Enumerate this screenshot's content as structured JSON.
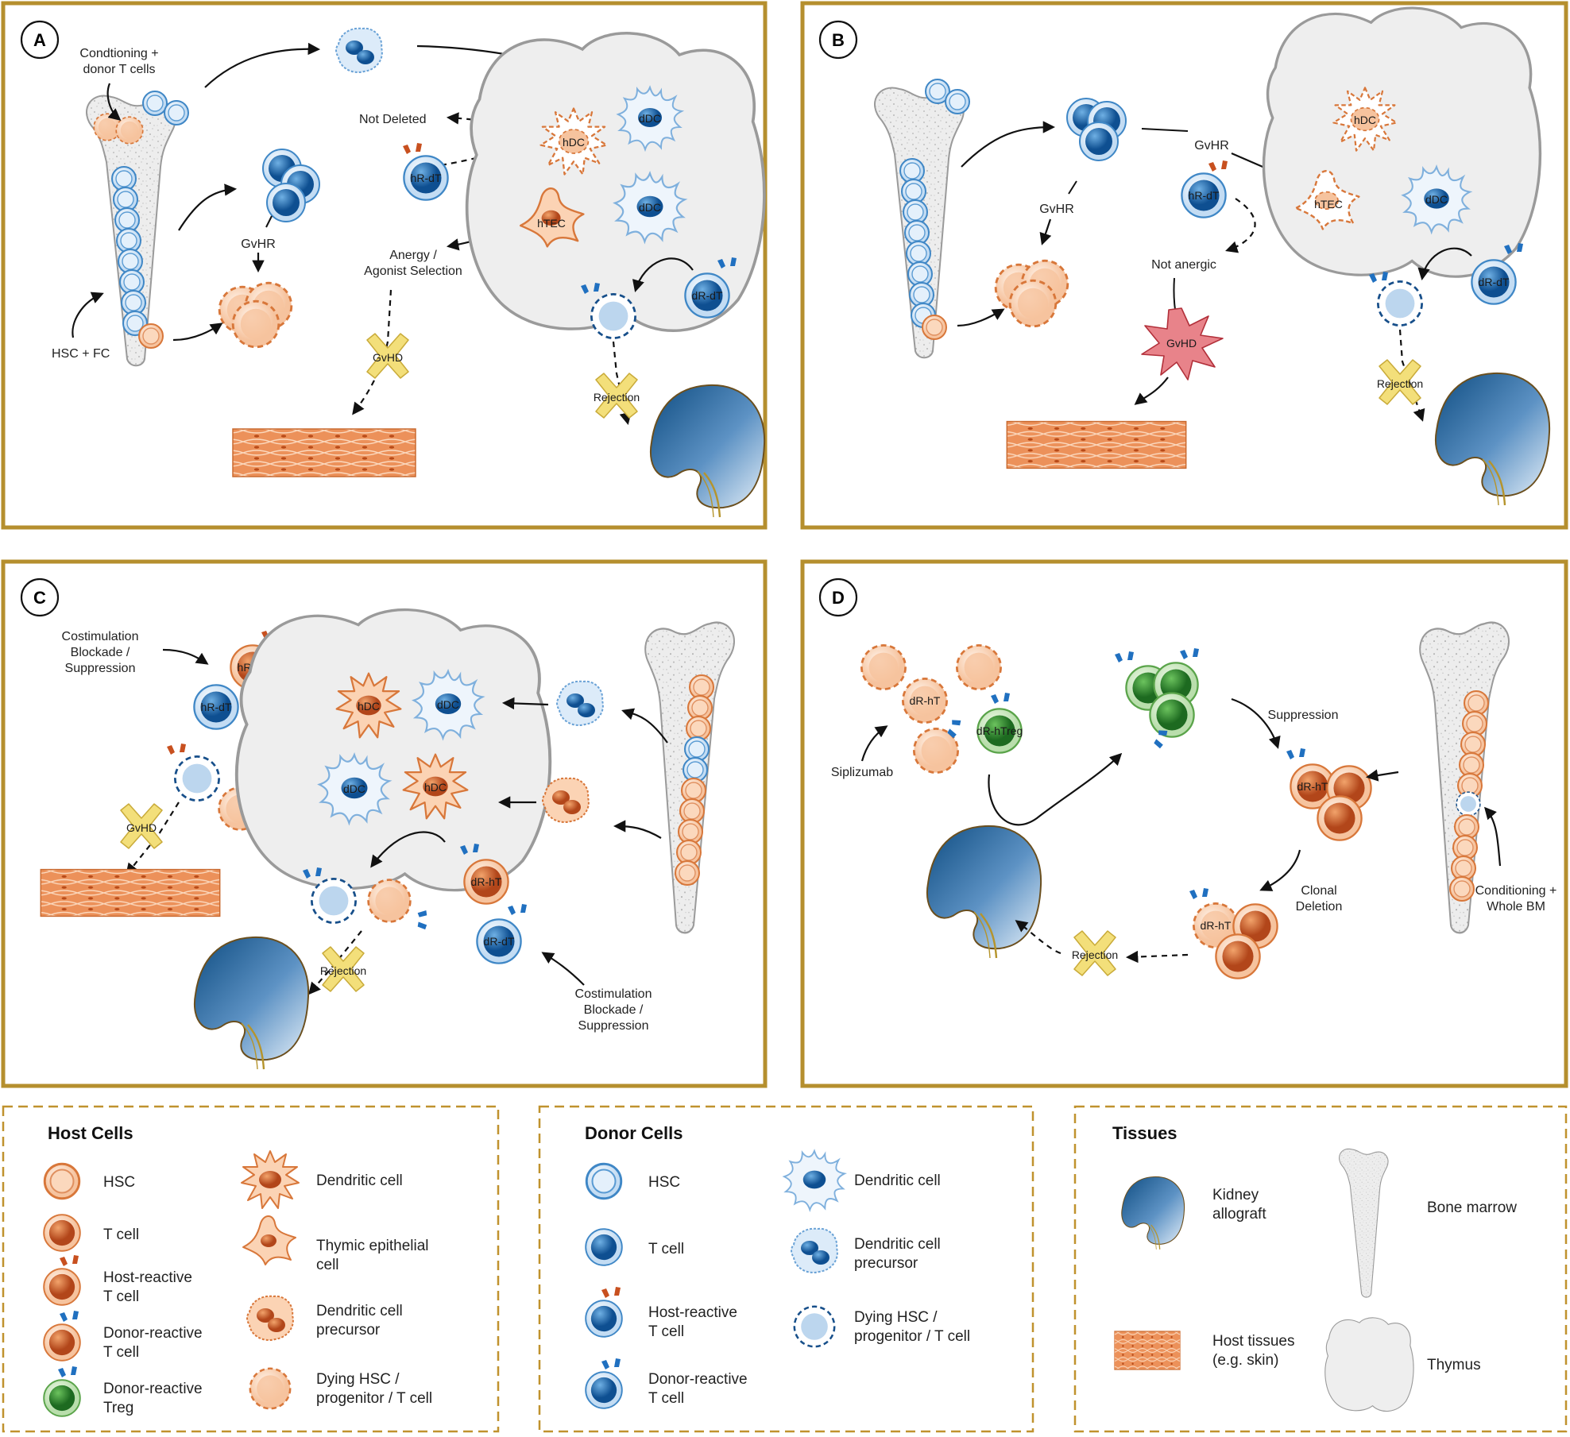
{
  "colors": {
    "panel_border": "#b58f2e",
    "host": "#e07a3a",
    "donor": "#3f87c6",
    "treg": "#3d8b3a",
    "kidney": "#1d5a8c",
    "block": "#f3df7a",
    "gvhd": "#e8838a"
  },
  "panels": {
    "a": {
      "badge": "A",
      "label_cond": [
        "Condtioning +",
        "donor T cells"
      ],
      "label_hscfc": "HSC + FC",
      "label_not_deleted": "Not Deleted",
      "label_gvhr": "GvHR",
      "label_anergy": [
        "Anergy /",
        "Agonist Selection"
      ],
      "label_gvhd": "GvHD",
      "label_rejection": "Rejection",
      "cell_hrdt": "hR-dT",
      "cell_hdc": "hDC",
      "cell_ddc1": "dDC",
      "cell_ddc2": "dDC",
      "cell_htec": "hTEC",
      "cell_drdt": "dR-dT"
    },
    "b": {
      "badge": "B",
      "label_gvhr_top": "GvHR",
      "label_gvhr_side": "GvHR",
      "label_not_anergic": "Not anergic",
      "label_gvhd": "GvHD",
      "label_rejection": "Rejection",
      "cell_hrdt": "hR-dT",
      "cell_hdc": "hDC",
      "cell_htec": "hTEC",
      "cell_ddc": "dDC",
      "cell_drdt": "dR-dT"
    },
    "c": {
      "badge": "C",
      "label_costim_top": [
        "Costimulation",
        "Blockade /",
        "Suppression"
      ],
      "label_costim_bottom": [
        "Costimulation",
        "Blockade /",
        "Suppression"
      ],
      "label_gvhd": "GvHD",
      "label_rejection": "Rejection",
      "cell_hrht": "hR-hT",
      "cell_hrdt": "hR-dT",
      "cell_hdc1": "hDC",
      "cell_ddc1": "dDC",
      "cell_ddc2": "dDC",
      "cell_hdc2": "hDC",
      "cell_drht": "dR-hT",
      "cell_drdt": "dR-dT"
    },
    "d": {
      "badge": "D",
      "label_siplizumab": "Siplizumab",
      "label_suppression": "Suppression",
      "label_clonal": [
        "Clonal",
        "Deletion"
      ],
      "label_rejection": "Rejection",
      "label_cond": [
        "Conditioning +",
        "Whole BM"
      ],
      "cell_drht1": "dR-hT",
      "cell_drhtreg": "dR-hTreg",
      "cell_drht2": "dR-hT",
      "cell_drht3": "dR-hT"
    }
  },
  "legend": {
    "host": {
      "title": "Host Cells",
      "items": [
        [
          "HSC"
        ],
        [
          "T cell"
        ],
        [
          "Host-reactive",
          "T cell"
        ],
        [
          "Donor-reactive",
          "T cell"
        ],
        [
          "Donor-reactive",
          "Treg"
        ],
        [
          "Dendritic cell"
        ],
        [
          "Thymic epithelial",
          "cell"
        ],
        [
          "Dendritic cell",
          "precursor"
        ],
        [
          "Dying HSC /",
          "progenitor / T cell"
        ]
      ]
    },
    "donor": {
      "title": "Donor Cells",
      "items": [
        [
          "HSC"
        ],
        [
          "T cell"
        ],
        [
          "Host-reactive",
          "T cell"
        ],
        [
          "Donor-reactive",
          "T cell"
        ],
        [
          "Dendritic cell"
        ],
        [
          "Dendritic cell",
          "precursor"
        ],
        [
          "Dying HSC /",
          "progenitor / T cell"
        ]
      ]
    },
    "tissues": {
      "title": "Tissues",
      "items": [
        [
          "Kidney",
          "allograft"
        ],
        [
          "Bone marrow"
        ],
        [
          "Host tissues",
          "(e.g. skin)"
        ],
        [
          "Thymus"
        ]
      ]
    }
  }
}
